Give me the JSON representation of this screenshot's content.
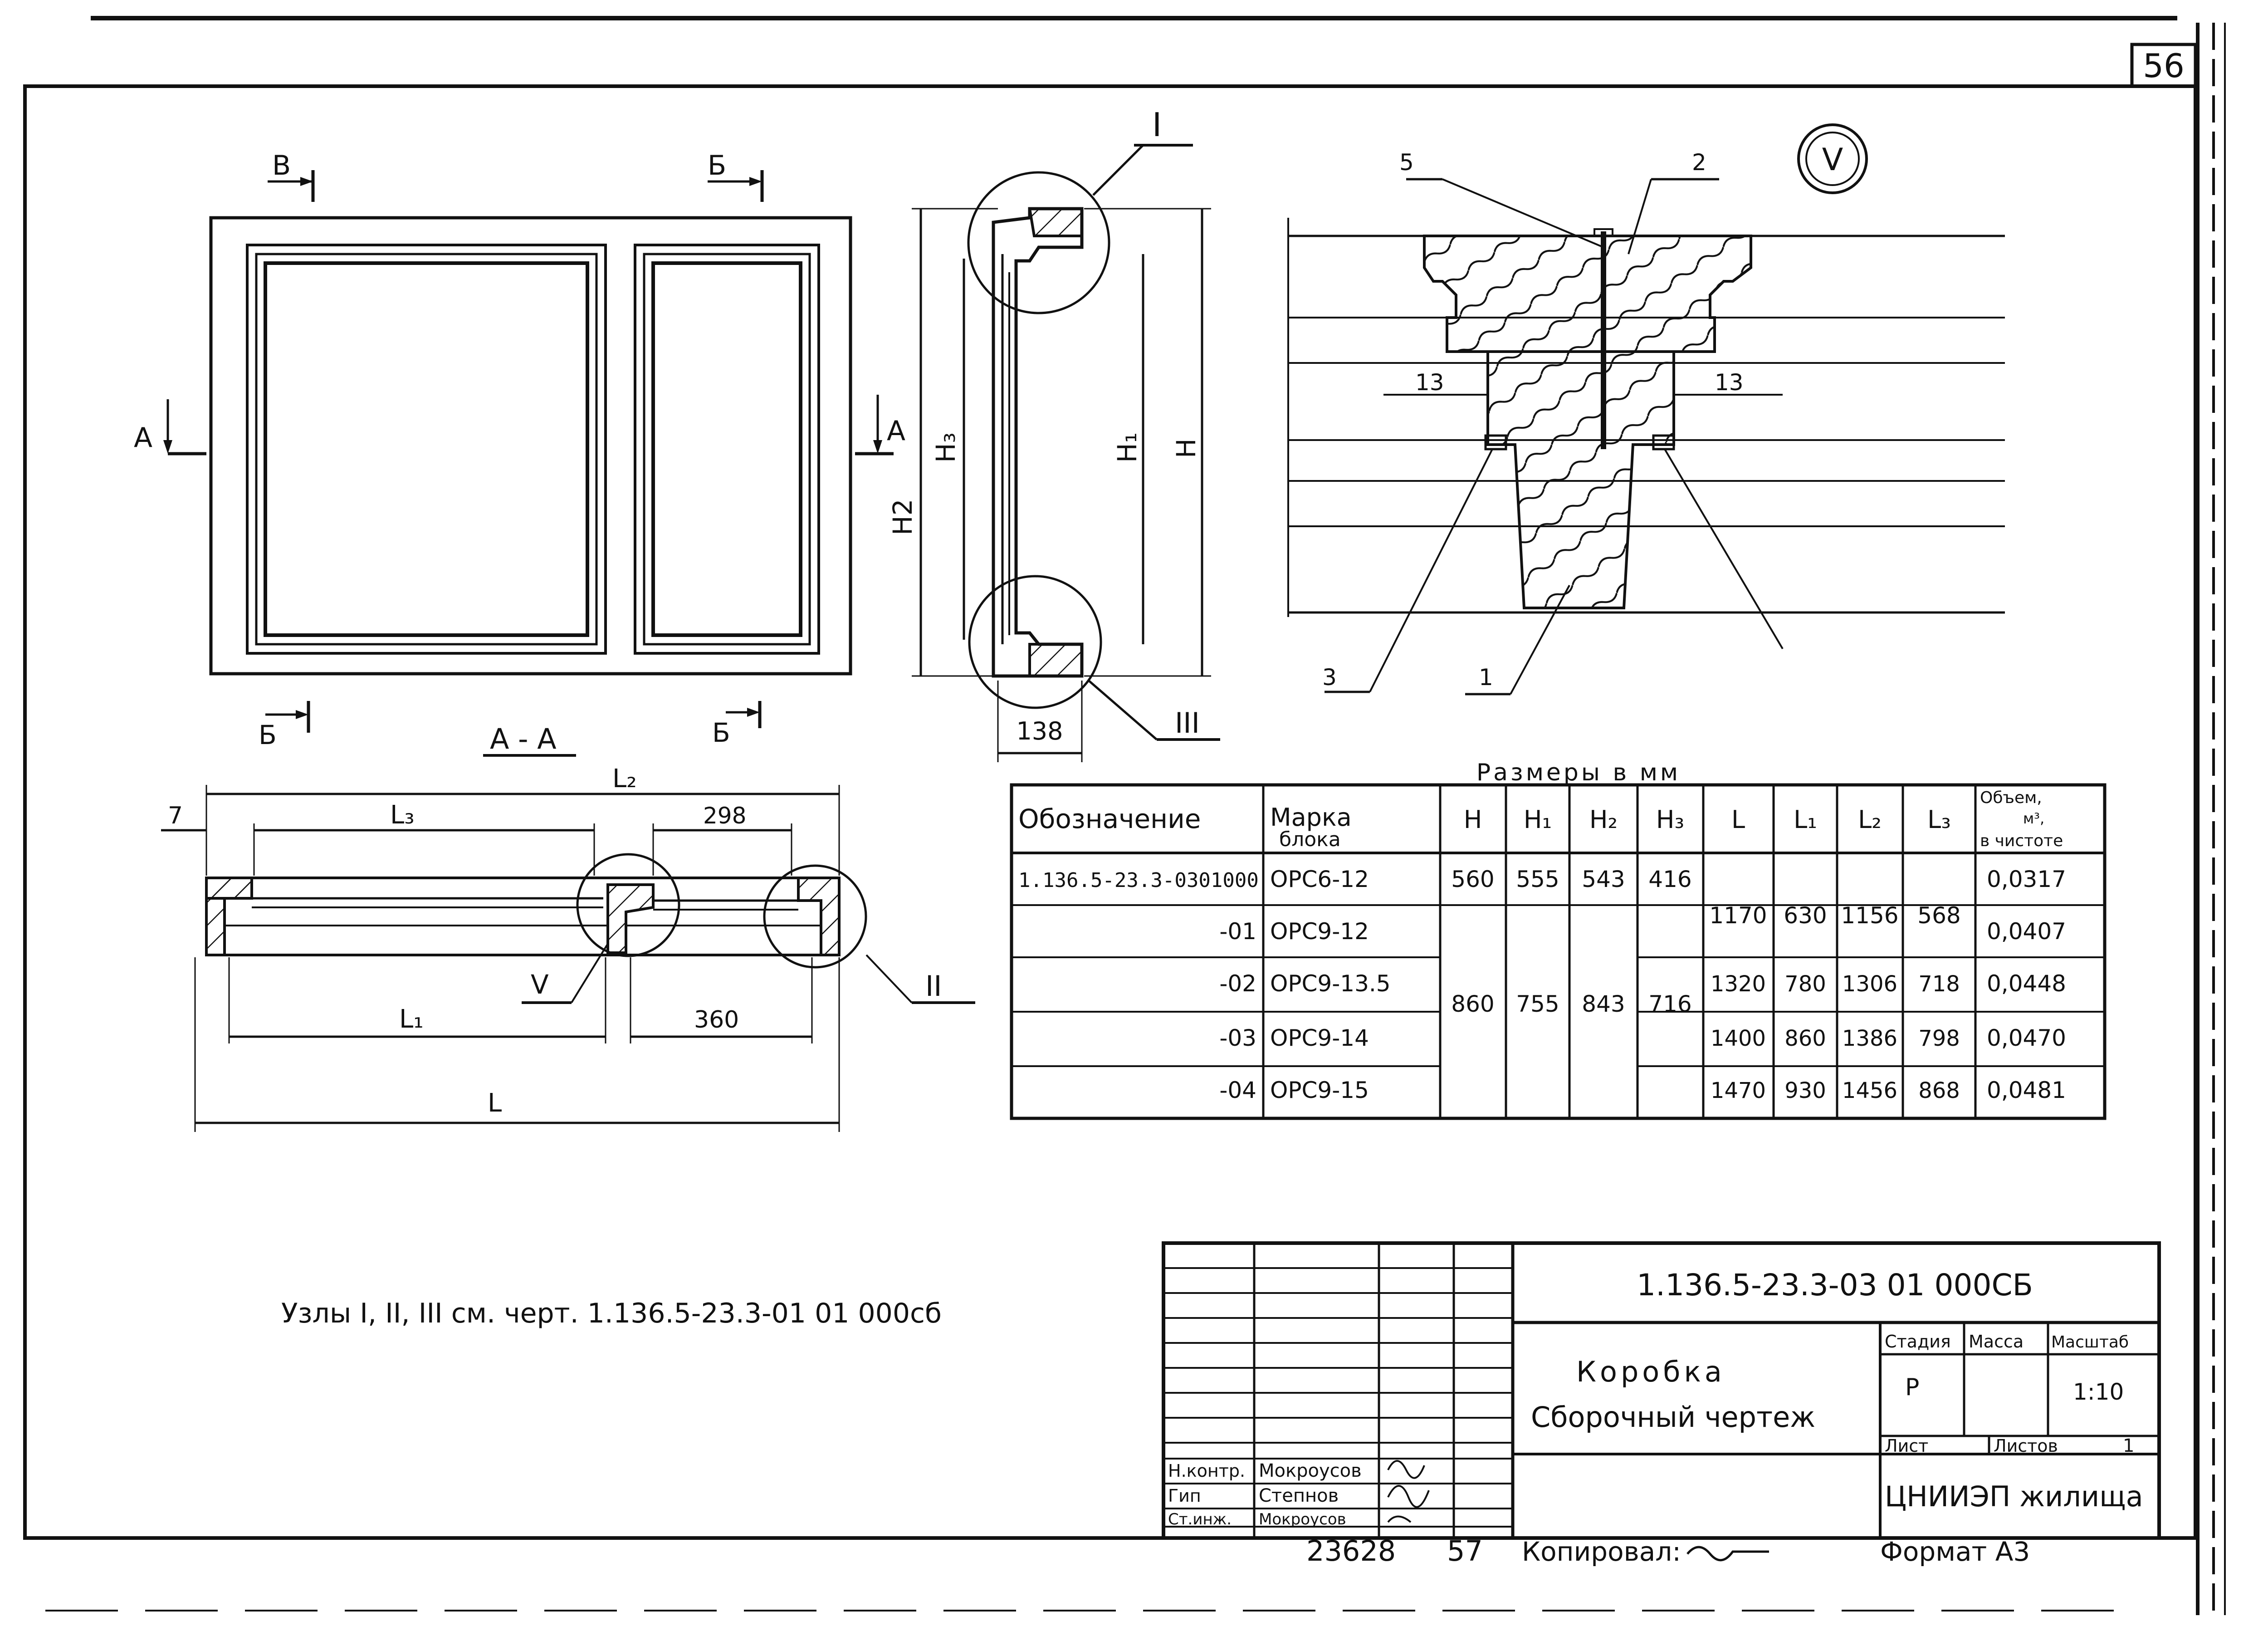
{
  "sheet_number": "56",
  "views": {
    "section_marks": {
      "v_top_left": "В",
      "b_top_right": "Б",
      "b_bottom_left": "Б",
      "b_bottom_right": "Б",
      "a_left": "А",
      "a_right": "А"
    },
    "section_title": "А - А",
    "node_labels": {
      "n1": "I",
      "n2": "II",
      "n3": "III",
      "n5": "V",
      "n5_detail": "V"
    },
    "side_dims": {
      "h": "H",
      "h1": "H₁",
      "h2": "H2",
      "h3": "H₃",
      "width": "138"
    },
    "plan_dims": {
      "l": "L",
      "l1": "L₁",
      "l2": "L₂",
      "l3": "L₃",
      "d7": "7",
      "d298": "298",
      "d360": "360"
    },
    "detail": {
      "dim_left": "13",
      "dim_right": "13",
      "pos1": "1",
      "pos2": "2",
      "pos3": "3",
      "pos5": "5"
    }
  },
  "table": {
    "caption": "Размеры в мм",
    "headers": {
      "designation": "Обозначение",
      "mark_line1": "Марка",
      "mark_line2": "блока",
      "h": "H",
      "h1": "H₁",
      "h2": "H₂",
      "h3": "H₃",
      "l": "L",
      "l1": "L₁",
      "l2": "L₂",
      "l3": "L₃",
      "vol_line1": "Объем,",
      "vol_line2": "м³,",
      "vol_line3": "в чистоте"
    },
    "rows": [
      {
        "designation": "1.136.5-23.3-0301000",
        "mark": "ОРС6-12",
        "volume": "0,0317"
      },
      {
        "designation": "-01",
        "mark": "ОРС9-12",
        "volume": "0,0407"
      },
      {
        "designation": "-02",
        "mark": "ОРС9-13.5",
        "volume": "0,0448"
      },
      {
        "designation": "-03",
        "mark": "ОРС9-14",
        "volume": "0,0470"
      },
      {
        "designation": "-04",
        "mark": "ОРС9-15",
        "volume": "0,0481"
      }
    ],
    "row0_h": {
      "h": "560",
      "h1": "555",
      "h2": "543",
      "h3": "416"
    },
    "merged_h": {
      "h": "860",
      "h1": "755",
      "h2": "843",
      "h3": "716"
    },
    "merged_l01": {
      "l": "1170",
      "l1": "630",
      "l2": "1156",
      "l3": "568"
    },
    "l_rows": [
      {
        "l": "1320",
        "l1": "780",
        "l2": "1306",
        "l3": "718"
      },
      {
        "l": "1400",
        "l1": "860",
        "l2": "1386",
        "l3": "798"
      },
      {
        "l": "1470",
        "l1": "930",
        "l2": "1456",
        "l3": "868"
      }
    ]
  },
  "note": "Узлы I, II, III см. черт. 1.136.5-23.3-01 01 000сб",
  "title_block": {
    "doc_code": "1.136.5-23.3-03 01 000СБ",
    "name_line1": "Коробка",
    "name_line2": "Сборочный чертеж",
    "stage_label": "Стадия",
    "mass_label": "Масса",
    "scale_label": "Масштаб",
    "stage_value": "Р",
    "scale_value": "1:10",
    "sheet_label": "Лист",
    "sheets_label": "Листов",
    "sheets_value": "1",
    "org": "ЦНИИЭП жилища",
    "roles": [
      {
        "role": "Н.контр.",
        "name": "Мокроусов"
      },
      {
        "role": "Гип",
        "name": "Степнов"
      },
      {
        "role": "Ст.инж.",
        "name": "Мокроусов"
      }
    ]
  },
  "footer": {
    "inv_number": "23628",
    "num57": "57",
    "copied": "Копировал:",
    "format": "Формат А3"
  }
}
